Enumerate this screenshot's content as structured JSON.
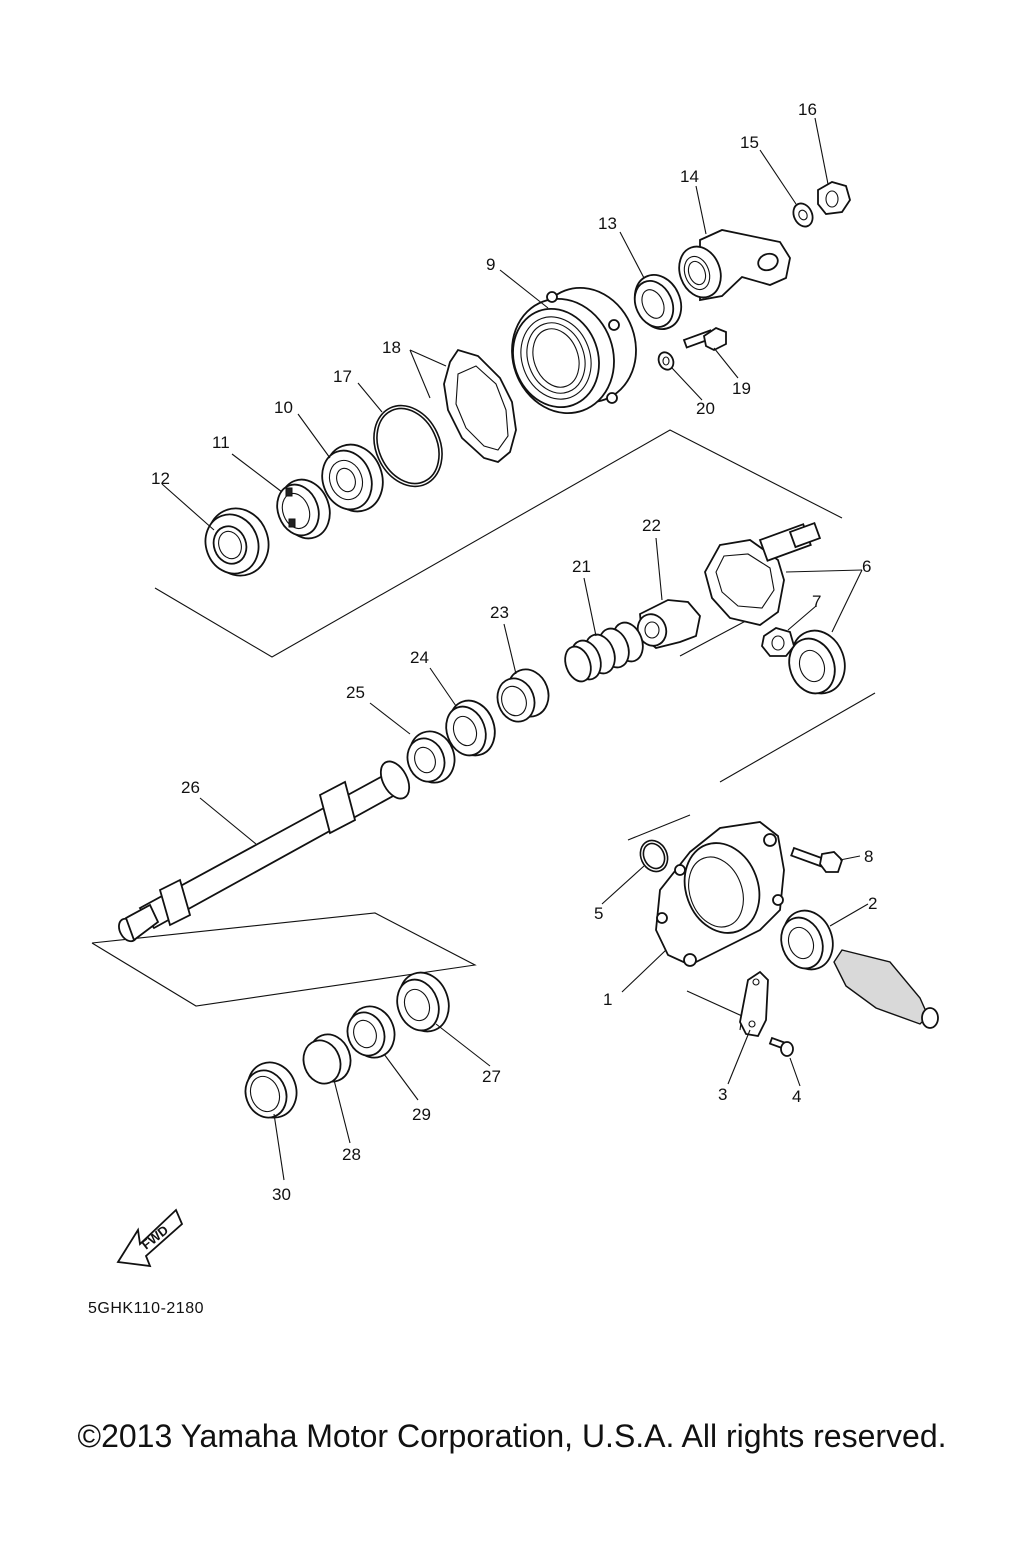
{
  "diagram": {
    "callouts": [
      "1",
      "2",
      "3",
      "4",
      "5",
      "6",
      "7",
      "8",
      "9",
      "10",
      "11",
      "12",
      "13",
      "14",
      "15",
      "16",
      "17",
      "18",
      "19",
      "20",
      "21",
      "22",
      "23",
      "24",
      "25",
      "26",
      "27",
      "28",
      "29",
      "30"
    ],
    "fwd_label": "FWD",
    "code": "5GHK110-2180"
  },
  "footer": {
    "copyright": "©2013 Yamaha Motor Corporation, U.S.A. All rights reserved."
  }
}
